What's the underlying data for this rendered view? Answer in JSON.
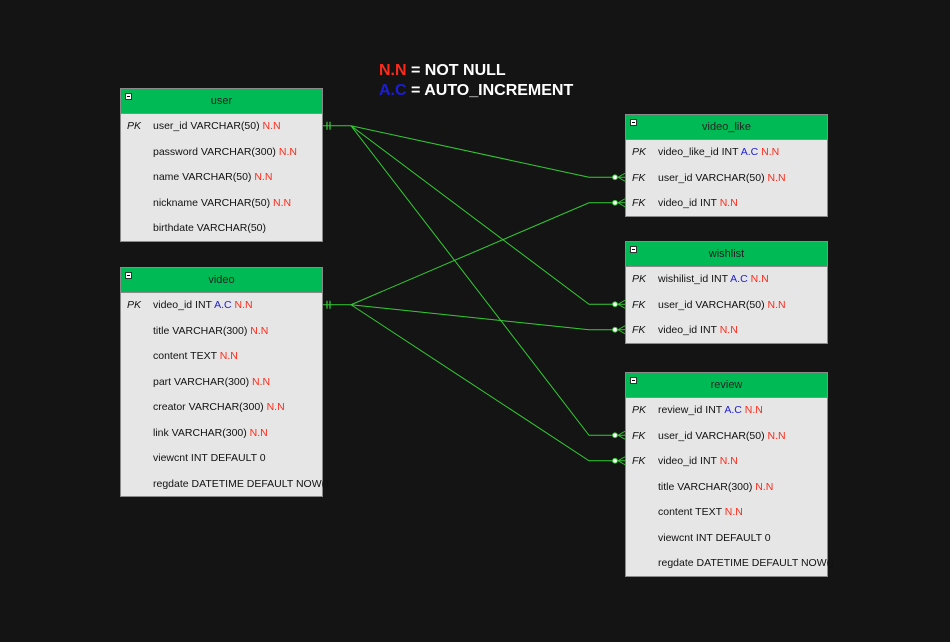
{
  "legend": {
    "not_null": {
      "abbr": "N.N",
      "equals": " = ",
      "meaning": "NOT NULL"
    },
    "auto_increment": {
      "abbr": "A.C",
      "equals": " = ",
      "meaning": "AUTO_INCREMENT"
    }
  },
  "colors": {
    "background": "#141414",
    "header": "#00bb55",
    "body": "#e6e6e6",
    "not_null": "#ff2a1a",
    "auto_increment": "#1c1cdc",
    "relationship_line": "#33cc33"
  },
  "entities": {
    "user": {
      "title": "user",
      "rows": [
        {
          "key": "PK",
          "text": "user_id VARCHAR(50)",
          "ac": "",
          "nn": "N.N"
        },
        {
          "key": "",
          "text": "password VARCHAR(300)",
          "ac": "",
          "nn": "N.N"
        },
        {
          "key": "",
          "text": "name VARCHAR(50)",
          "ac": "",
          "nn": "N.N"
        },
        {
          "key": "",
          "text": "nickname VARCHAR(50)",
          "ac": "",
          "nn": "N.N"
        },
        {
          "key": "",
          "text": "birthdate VARCHAR(50)",
          "ac": "",
          "nn": ""
        }
      ]
    },
    "video": {
      "title": "video",
      "rows": [
        {
          "key": "PK",
          "text": "video_id INT",
          "ac": "A.C",
          "nn": "N.N"
        },
        {
          "key": "",
          "text": "title VARCHAR(300)",
          "ac": "",
          "nn": "N.N"
        },
        {
          "key": "",
          "text": "content TEXT",
          "ac": "",
          "nn": "N.N"
        },
        {
          "key": "",
          "text": "part VARCHAR(300)",
          "ac": "",
          "nn": "N.N"
        },
        {
          "key": "",
          "text": "creator VARCHAR(300)",
          "ac": "",
          "nn": "N.N"
        },
        {
          "key": "",
          "text": "link VARCHAR(300)",
          "ac": "",
          "nn": "N.N"
        },
        {
          "key": "",
          "text": "viewcnt INT DEFAULT 0",
          "ac": "",
          "nn": ""
        },
        {
          "key": "",
          "text": "regdate DATETIME DEFAULT NOW()",
          "ac": "",
          "nn": ""
        }
      ]
    },
    "video_like": {
      "title": "video_like",
      "rows": [
        {
          "key": "PK",
          "text": "video_like_id INT",
          "ac": "A.C",
          "nn": "N.N"
        },
        {
          "key": "FK",
          "text": "user_id VARCHAR(50)",
          "ac": "",
          "nn": "N.N"
        },
        {
          "key": "FK",
          "text": "video_id INT",
          "ac": "",
          "nn": "N.N"
        }
      ]
    },
    "wishlist": {
      "title": "wishlist",
      "rows": [
        {
          "key": "PK",
          "text": "wishilist_id INT",
          "ac": "A.C",
          "nn": "N.N"
        },
        {
          "key": "FK",
          "text": "user_id VARCHAR(50)",
          "ac": "",
          "nn": "N.N"
        },
        {
          "key": "FK",
          "text": "video_id INT",
          "ac": "",
          "nn": "N.N"
        }
      ]
    },
    "review": {
      "title": "review",
      "rows": [
        {
          "key": "PK",
          "text": "review_id INT",
          "ac": "A.C",
          "nn": "N.N"
        },
        {
          "key": "FK",
          "text": "user_id VARCHAR(50)",
          "ac": "",
          "nn": "N.N"
        },
        {
          "key": "FK",
          "text": "video_id INT",
          "ac": "",
          "nn": "N.N"
        },
        {
          "key": "",
          "text": "title VARCHAR(300)",
          "ac": "",
          "nn": "N.N"
        },
        {
          "key": "",
          "text": "content TEXT",
          "ac": "",
          "nn": "N.N"
        },
        {
          "key": "",
          "text": "viewcnt INT DEFAULT 0",
          "ac": "",
          "nn": ""
        },
        {
          "key": "",
          "text": "regdate DATETIME DEFAULT NOW()",
          "ac": "",
          "nn": ""
        }
      ]
    }
  },
  "relationships": [
    {
      "from": "user",
      "to": "video_like",
      "to_row": 1
    },
    {
      "from": "user",
      "to": "wishlist",
      "to_row": 1
    },
    {
      "from": "user",
      "to": "review",
      "to_row": 1
    },
    {
      "from": "video",
      "to": "video_like",
      "to_row": 2
    },
    {
      "from": "video",
      "to": "wishlist",
      "to_row": 2
    },
    {
      "from": "video",
      "to": "review",
      "to_row": 2
    }
  ]
}
